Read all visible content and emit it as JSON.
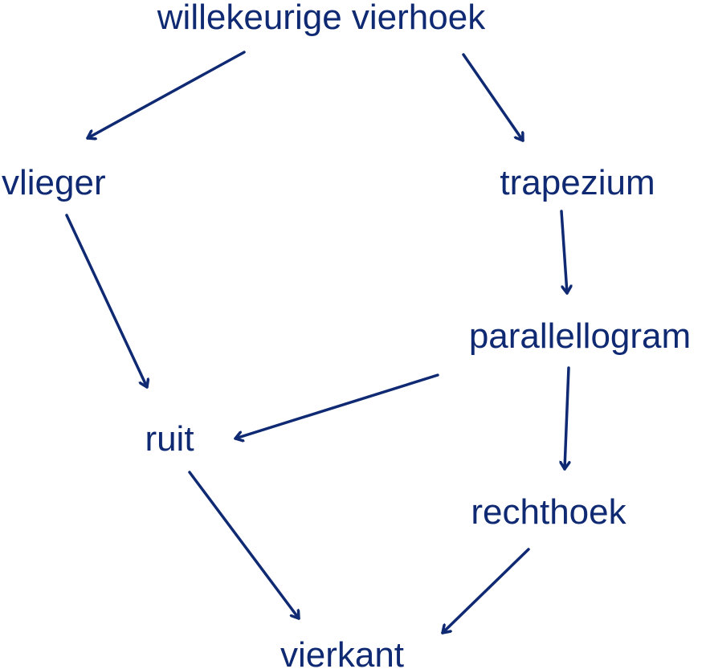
{
  "diagram": {
    "color": "#0f2a73",
    "nodes": {
      "willekeurige_vierhoek": "willekeurige vierhoek",
      "vlieger": "vlieger",
      "trapezium": "trapezium",
      "parallellogram": "parallellogram",
      "ruit": "ruit",
      "rechthoek": "rechthoek",
      "vierkant": "vierkant"
    },
    "edges": [
      {
        "from": "willekeurige vierhoek",
        "to": "vlieger"
      },
      {
        "from": "willekeurige vierhoek",
        "to": "trapezium"
      },
      {
        "from": "vlieger",
        "to": "ruit"
      },
      {
        "from": "trapezium",
        "to": "parallellogram"
      },
      {
        "from": "parallellogram",
        "to": "ruit"
      },
      {
        "from": "parallellogram",
        "to": "rechthoek"
      },
      {
        "from": "ruit",
        "to": "vierkant"
      },
      {
        "from": "rechthoek",
        "to": "vierkant"
      }
    ]
  }
}
